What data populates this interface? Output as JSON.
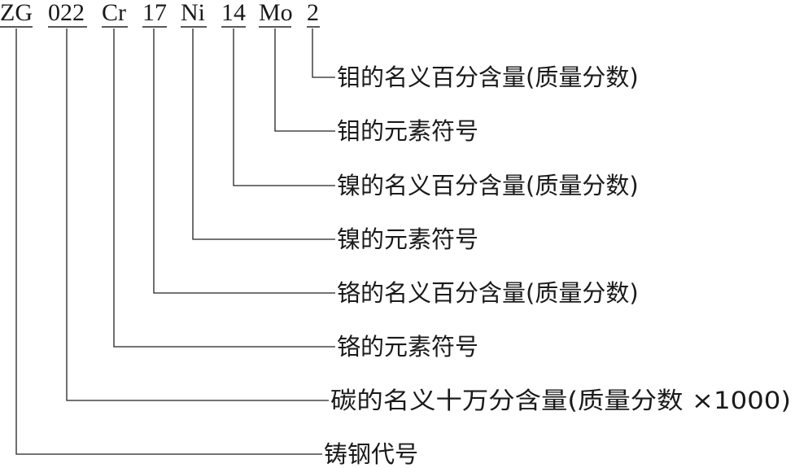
{
  "designation": {
    "segments": [
      {
        "id": "zg",
        "text": "ZG"
      },
      {
        "id": "c",
        "text": "022"
      },
      {
        "id": "cr",
        "text": "Cr"
      },
      {
        "id": "cr-pct",
        "text": "17"
      },
      {
        "id": "ni",
        "text": "Ni"
      },
      {
        "id": "ni-pct",
        "text": "14"
      },
      {
        "id": "mo",
        "text": "Mo"
      },
      {
        "id": "mo-pct",
        "text": "2"
      }
    ]
  },
  "labels": [
    {
      "segment": "mo-pct",
      "text": "钼的名义百分含量(质量分数)"
    },
    {
      "segment": "mo",
      "text": "钼的元素符号"
    },
    {
      "segment": "ni-pct",
      "text": "镍的名义百分含量(质量分数)"
    },
    {
      "segment": "ni",
      "text": "镍的元素符号"
    },
    {
      "segment": "cr-pct",
      "text": "铬的名义百分含量(质量分数)"
    },
    {
      "segment": "cr",
      "text": "铬的元素符号"
    },
    {
      "segment": "c",
      "text": "碳的名义十万分含量(质量分数 ×1000)"
    },
    {
      "segment": "zg",
      "text": "铸钢代号"
    }
  ]
}
